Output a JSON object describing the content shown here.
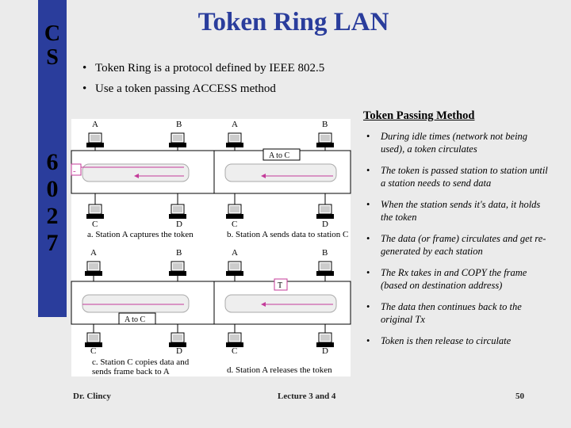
{
  "sidebar": {
    "top": "C S",
    "course_number": "6 0 2 7"
  },
  "slide": {
    "title": "Token Ring LAN",
    "bullets": [
      "Token Ring is a protocol defined by IEEE 802.5",
      "Use a token passing ACCESS method"
    ]
  },
  "figure": {
    "stations": [
      "A",
      "B",
      "C",
      "D"
    ],
    "frame_label": "A to C",
    "token_label": "T",
    "token_mark": "-",
    "captions": {
      "a": "a. Station A captures the token",
      "b": "b. Station A sends data to station C",
      "c_line1": "c. Station C copies data and",
      "c_line2": "sends frame back to A",
      "d": "d. Station A releases the token"
    }
  },
  "method": {
    "title": "Token Passing Method",
    "items": [
      "During idle times (network not being used), a token circulates",
      "The token is passed station to station until a station needs to send data",
      "When the station sends it's data, it holds the token",
      "The data (or frame) circulates and get re-generated by each station",
      "The Rx takes in and COPY the frame (based on destination address)",
      "The data then continues back to the original Tx",
      "Token is then release to circulate"
    ]
  },
  "footer": {
    "author": "Dr. Clincy",
    "lecture": "Lecture 3 and 4",
    "page": "50"
  }
}
